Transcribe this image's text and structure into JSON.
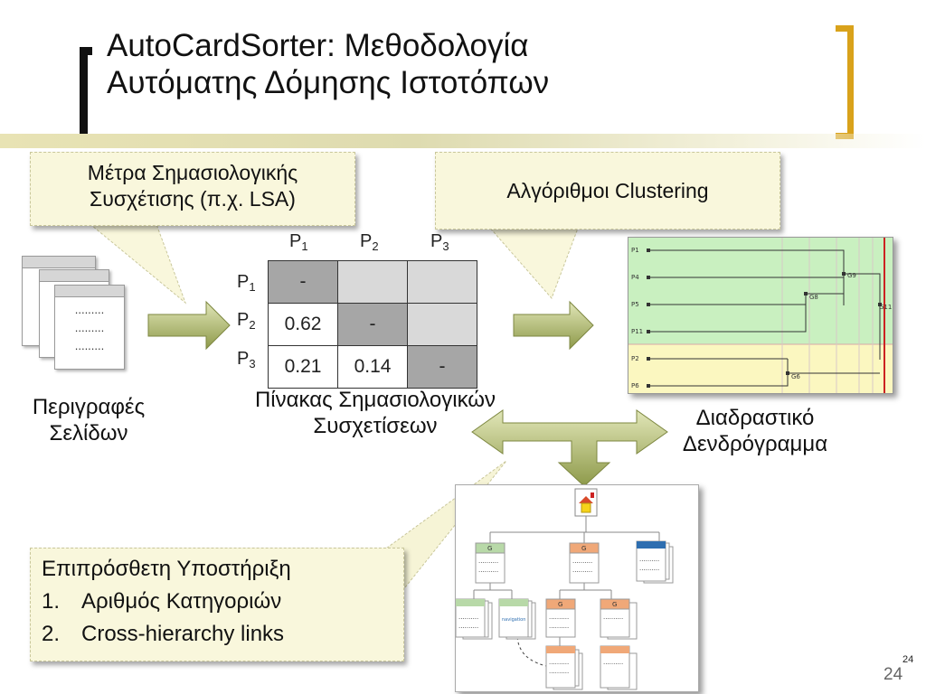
{
  "title": {
    "line1": "AutoCardSorter: Μεθοδολογία",
    "line2": "Αυτόματης Δόμησης Ιστοτόπων"
  },
  "callout_lsa": {
    "line1": "Μέτρα Σημασιολογικής",
    "line2": "Συσχέτισης (π.χ. LSA)"
  },
  "callout_clustering": {
    "text": "Αλγόριθμοι Clustering"
  },
  "page_descriptions": {
    "line1": "Περιγραφές",
    "line2": "Σελίδων",
    "card_dots": "........."
  },
  "matrix": {
    "col_headers": [
      "P",
      "P",
      "P"
    ],
    "col_subs": [
      "1",
      "2",
      "3"
    ],
    "row_headers": [
      "P",
      "P",
      "P"
    ],
    "row_subs": [
      "1",
      "2",
      "3"
    ],
    "rows": [
      [
        "-",
        "",
        ""
      ],
      [
        "0.62",
        "-",
        ""
      ],
      [
        "0.21",
        "0.14",
        "-"
      ]
    ],
    "caption1": "Πίνακας Σημασιολογικών",
    "caption2": "Συσχετίσεων"
  },
  "dendrogram": {
    "leaves": [
      "P1",
      "P4",
      "P5",
      "P11",
      "P2",
      "P6"
    ],
    "nodes": [
      "G9",
      "G8",
      "G11",
      "G6"
    ],
    "caption1": "Διαδραστικό",
    "caption2": "Δενδρόγραμμα"
  },
  "support_callout": {
    "title": "Επιπρόσθετη Υποστήριξη",
    "items": [
      {
        "num": "1.",
        "text": "Αριθμός Κατηγοριών"
      },
      {
        "num": "2.",
        "text": "Cross-hierarchy links"
      }
    ]
  },
  "tree": {
    "group_label": "G",
    "dots": "..........",
    "link_label": "navigation"
  },
  "page_number": {
    "small": "24",
    "large": "24"
  },
  "colors": {
    "accent": "#d9a21b",
    "arrow": "#a9b36a",
    "callout_bg": "#f9f7dc",
    "dendro_green": "#c9f0c0",
    "dendro_yellow": "#fbf7c0",
    "cell_dark": "#a6a6a6",
    "cell_light": "#d9d9d9"
  }
}
